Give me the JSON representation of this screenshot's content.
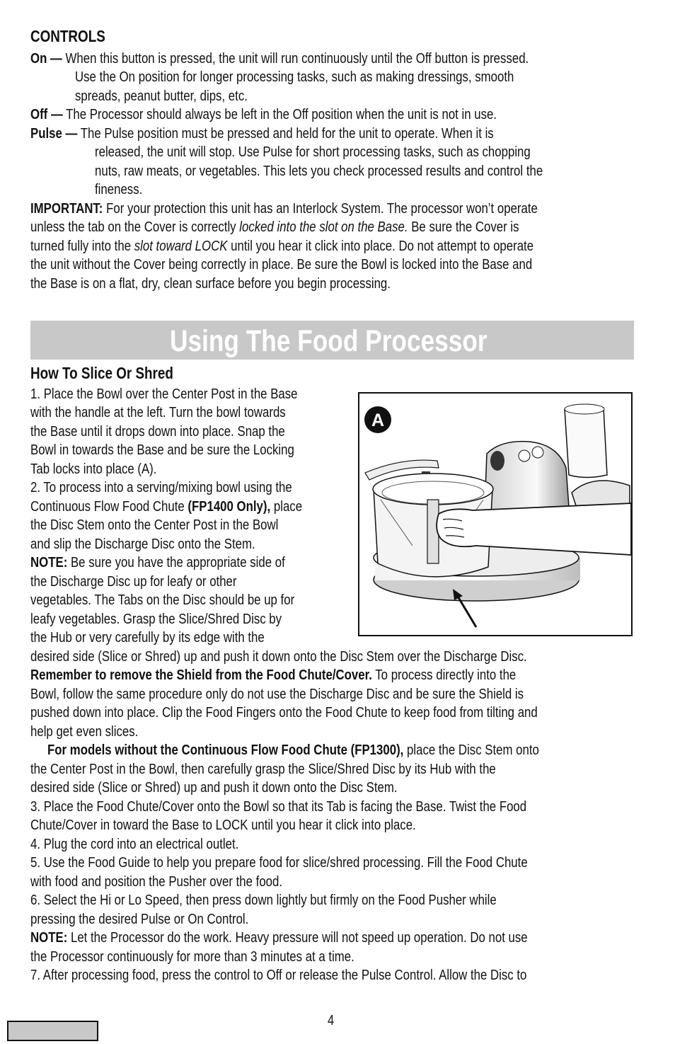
{
  "controls": {
    "heading": "CONTROLS",
    "on_label": "On —",
    "on_l1": "When this button is pressed, the unit will run continuously until the Off button is pressed.",
    "on_l2": "Use the On position for longer processing tasks, such as making dressings, smooth",
    "on_l3": "spreads, peanut butter, dips, etc.",
    "off_label": "Off —",
    "off_l1": "The Processor should always be left in the Off position when the unit is not in use.",
    "pulse_label": "Pulse —",
    "pulse_l1": "The Pulse position must be pressed and held for the unit to operate. When it is",
    "pulse_l2": "released, the unit will stop. Use Pulse for short processing tasks, such as chopping",
    "pulse_l3": "nuts, raw meats, or vegetables. This lets you check processed results and control the",
    "pulse_l4": "fineness.",
    "imp_label": "IMPORTANT:",
    "imp_l1": " For your protection this unit has an Interlock System. The processor won’t operate",
    "imp_l2a": "unless the tab on the Cover is correctly ",
    "imp_l2i": "locked into the slot on the Base.",
    "imp_l2b": " Be sure the Cover is",
    "imp_l3a": "turned fully into the ",
    "imp_l3i": "slot toward LOCK",
    "imp_l3b": " until you hear it click into place. Do not attempt to operate",
    "imp_l4": "the unit without the Cover being correctly in place. Be sure the Bowl is locked into the Base and",
    "imp_l5": "the Base is on a flat, dry, clean surface before you begin processing."
  },
  "section": {
    "title": "Using The Food Processor",
    "subheading": "How To Slice Or Shred"
  },
  "figure": {
    "label": "A"
  },
  "steps": {
    "s1_l1": "1. Place the Bowl over the Center Post in the Base",
    "s1_l2": "with the handle at the left. Turn the bowl towards",
    "s1_l3": "the Base until it drops down into place. Snap the",
    "s1_l4": "Bowl in towards the Base and be sure the Locking",
    "s1_l5": "Tab locks into place (A).",
    "s2_l1": "2. To process into a serving/mixing bowl using the",
    "s2_l2a": "Continuous Flow Food Chute ",
    "s2_l2b": "(FP1400 Only),",
    "s2_l2c": " place",
    "s2_l3": "the Disc Stem onto the Center Post in the Bowl",
    "s2_l4": "and slip the Discharge Disc onto the Stem.",
    "n1_label": "NOTE:",
    "n1_l1": " Be sure you have the appropriate side of",
    "n1_l2": "the Discharge Disc up for leafy or other",
    "n1_l3": "vegetables. The Tabs on the Disc should be up for",
    "n1_l4": "leafy vegetables. Grasp the Slice/Shred Disc by",
    "n1_l5": "the Hub or very carefully by its edge with the",
    "n1_l6": "desired side (Slice or Shred) up and push it down onto the Disc Stem over the Discharge Disc.",
    "rem_bold": "Remember to remove the Shield from the Food Chute/Cover.",
    "rem_l1": " To process directly into the",
    "rem_l2": "Bowl, follow the same procedure only do not use the Discharge Disc and be sure the Shield is",
    "rem_l3": "pushed down into place. Clip the Food Fingers onto the Food Chute to keep food from tilting and",
    "rem_l4": "help get even slices.",
    "fp_bold": "For models without the Continuous Flow Food Chute (FP1300),",
    "fp_l1": " place the Disc Stem onto",
    "fp_l2": "the Center Post in the Bowl, then carefully grasp the Slice/Shred Disc by its Hub with the",
    "fp_l3": "desired side (Slice or Shred) up and push it down onto the Disc Stem.",
    "s3_l1": "3. Place the Food Chute/Cover onto the Bowl so that its Tab is facing the Base. Twist the Food",
    "s3_l2": "Chute/Cover in toward the Base to LOCK until you hear it click into place.",
    "s4_l1": "4. Plug the cord into an electrical outlet.",
    "s5_l1": "5. Use the Food Guide to help you prepare food for slice/shred processing. Fill the Food Chute",
    "s5_l2": "with food and position the Pusher over the food.",
    "s6_l1": "6. Select the Hi or Lo Speed, then press down lightly but firmly on the Food Pusher while",
    "s6_l2": "pressing the desired Pulse or On Control.",
    "n2_label": "NOTE:",
    "n2_l1": " Let the Processor do the work. Heavy pressure will not speed up operation. Do not use",
    "n2_l2": "the Processor continuously for more than 3 minutes at a time.",
    "s7_l1": "7. After processing food, press the control to Off or release the Pulse Control. Allow the Disc to"
  },
  "footer": {
    "page_number": "4"
  }
}
